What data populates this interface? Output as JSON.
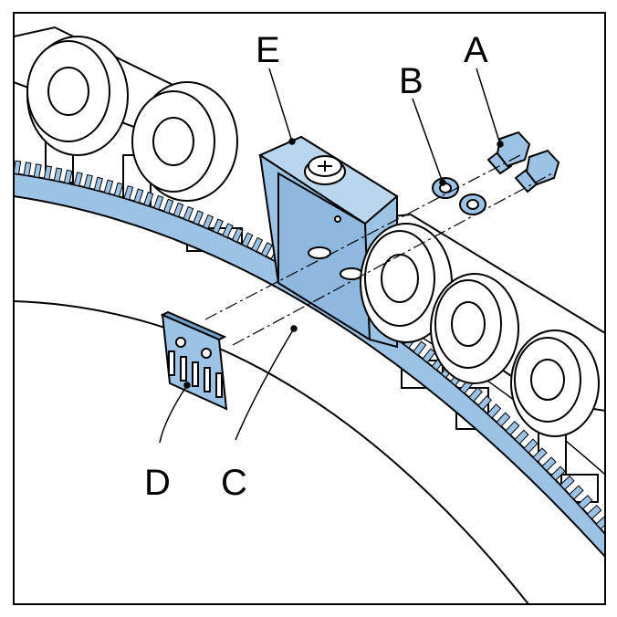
{
  "labels": {
    "a": "A",
    "b": "B",
    "c": "C",
    "d": "D",
    "e": "E"
  },
  "colors": {
    "part_highlight": "#9cc3e6",
    "part_highlight_dark": "#6f9ec9",
    "line": "#000000",
    "background": "#ffffff"
  }
}
